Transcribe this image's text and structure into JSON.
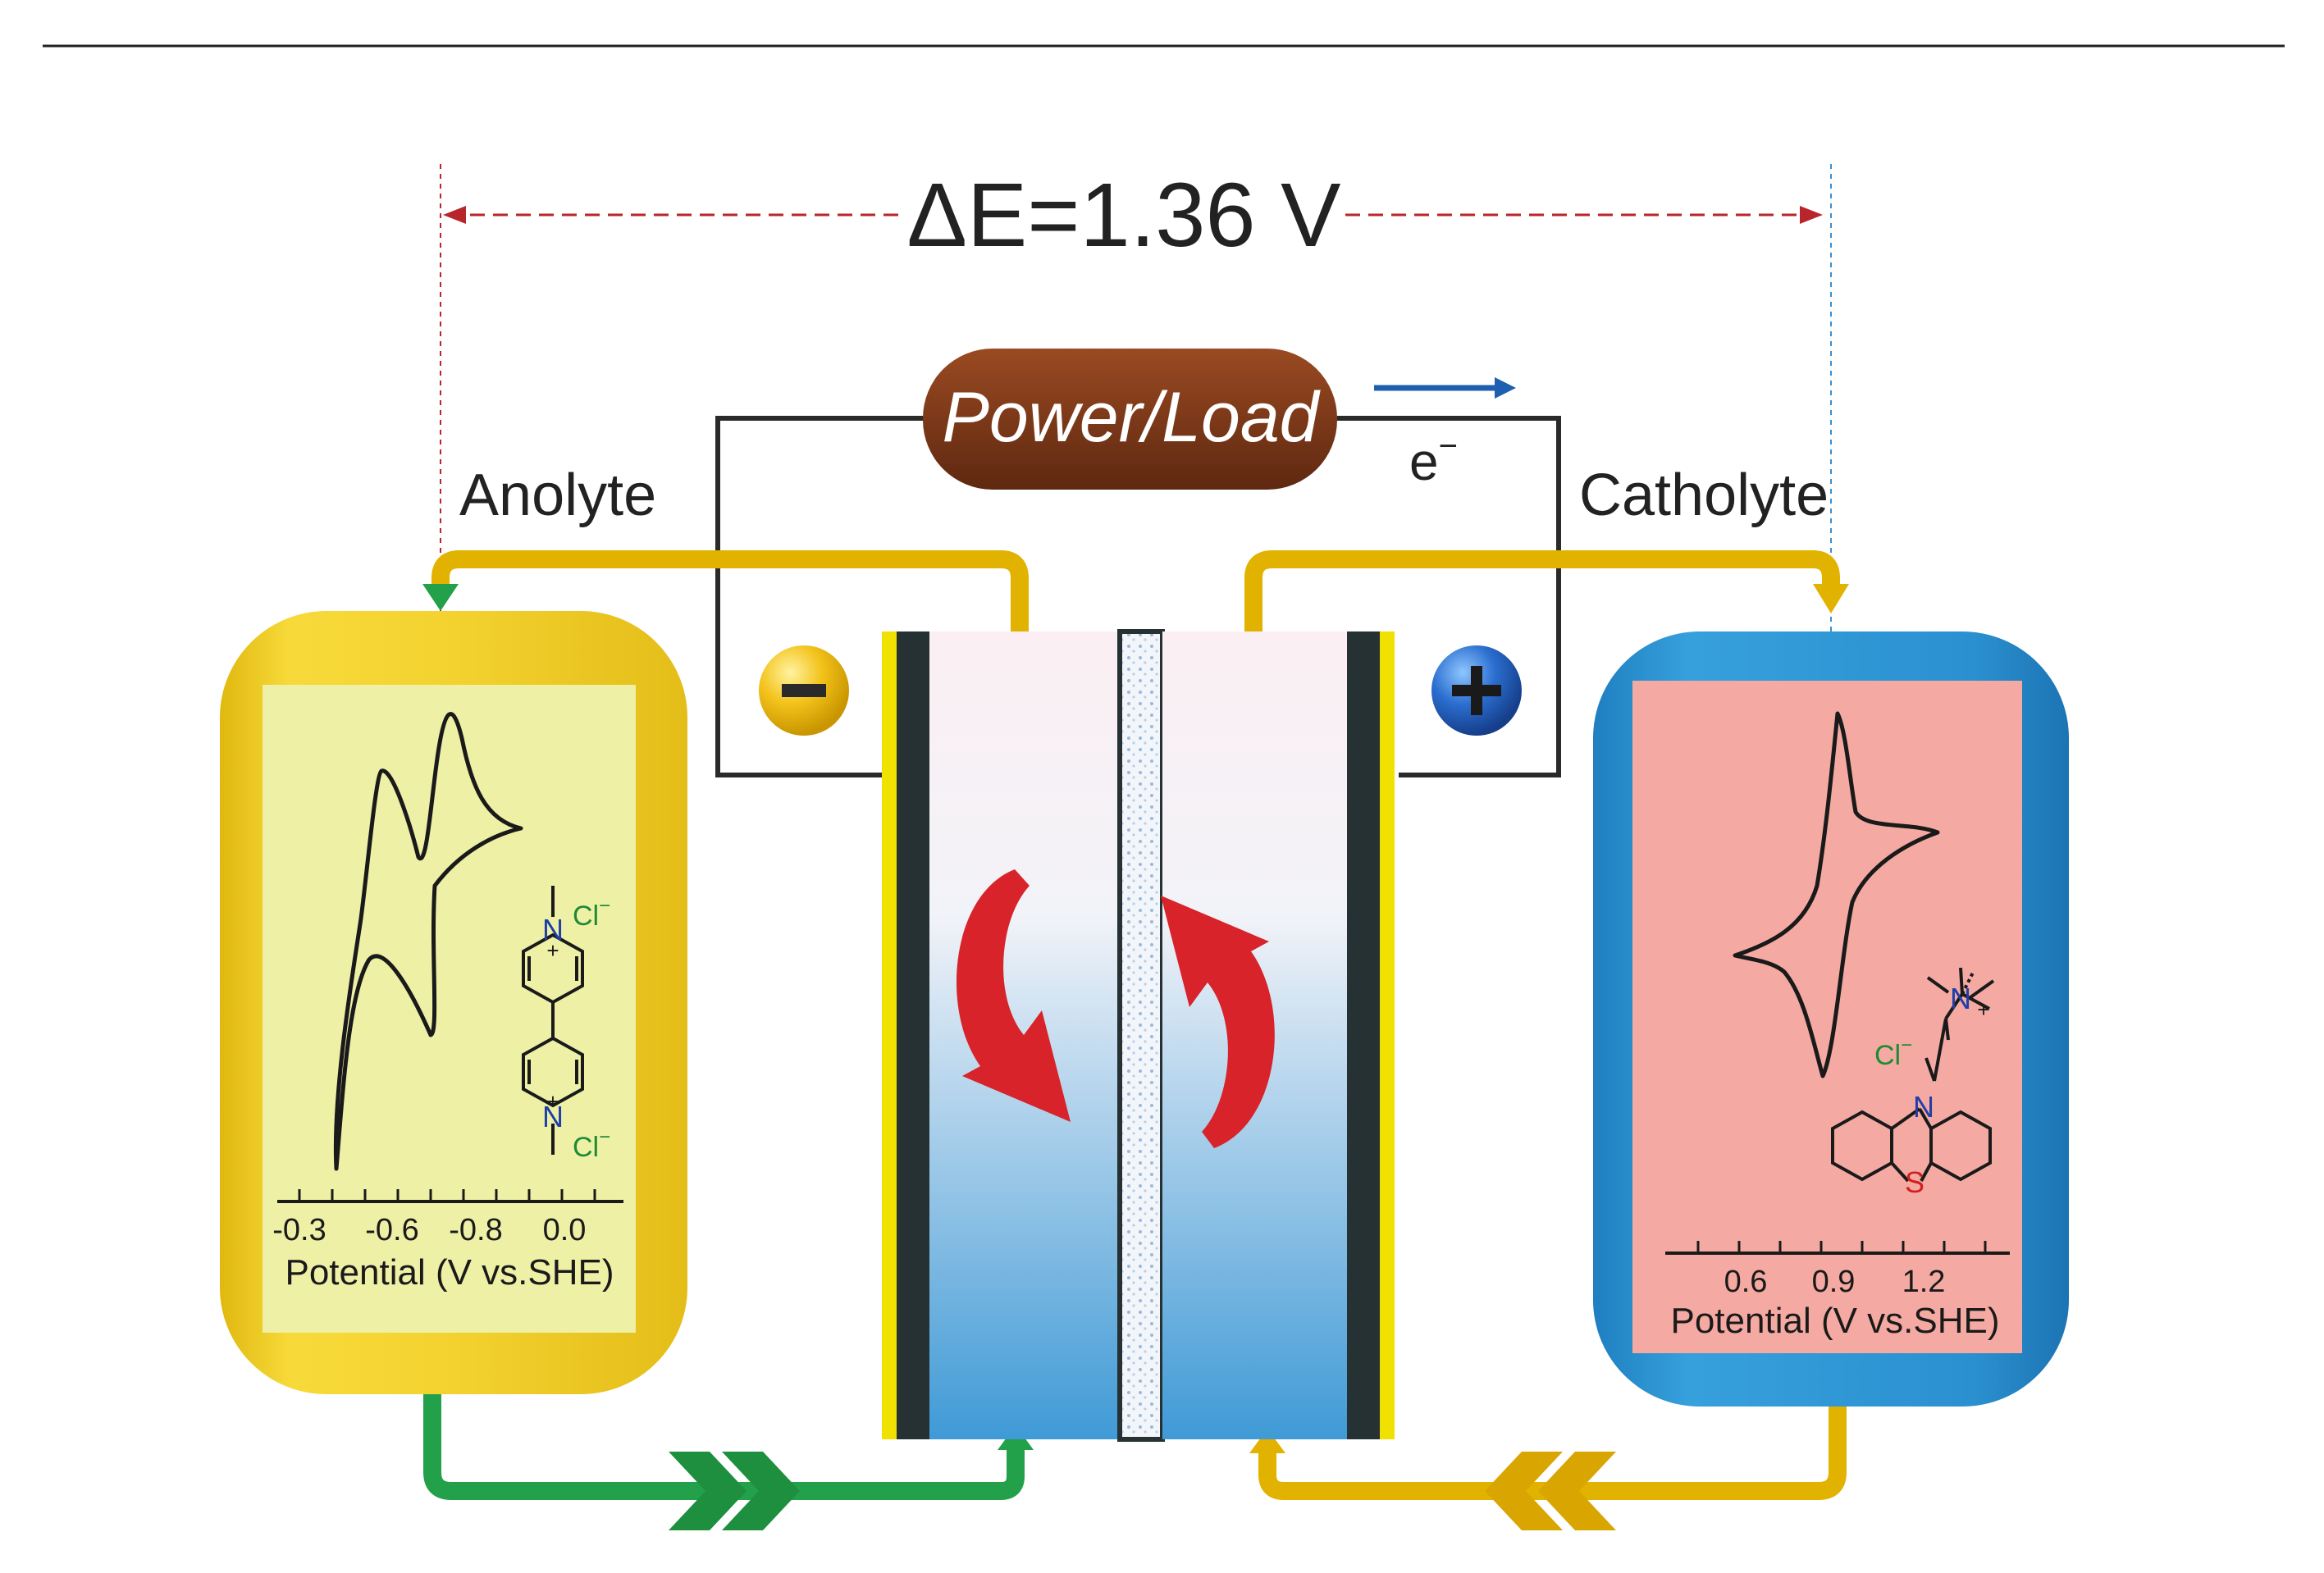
{
  "header": {
    "delta_e": "ΔE=1.36 V"
  },
  "power_box": {
    "label": "Power/Load"
  },
  "electron_label": "e",
  "electron_charge": "−",
  "anolyte": {
    "label": "Anolyte",
    "axis_title": "Potential (V vs.SHE)",
    "ticks": [
      "-0.3",
      "-0.6",
      "-0.8",
      "0.0"
    ],
    "counter_ion": "Cl",
    "ion_charge": "−",
    "nitrogen": "N",
    "plus": "+",
    "tank_color": "#f2cf2a",
    "panel_color": "#eef0a6"
  },
  "catholyte": {
    "label": "Catholyte",
    "axis_title": "Potential (V vs.SHE)",
    "ticks": [
      "0.6",
      "0.9",
      "1.2"
    ],
    "counter_ion": "Cl",
    "ion_charge": "−",
    "nitrogen": "N",
    "sulfur": "S",
    "plus": "+",
    "tank_color": "#2b8fd0",
    "panel_color": "#f4aaa2"
  },
  "electrodes": {
    "negative": "-",
    "positive": "+"
  },
  "colors": {
    "brown": "#7a3416",
    "guide_red": "#b8252a",
    "guide_blue": "#3a8fd0",
    "arrow_red": "#d8232a",
    "pipe_gold": "#e2b200",
    "pipe_green": "#23a04a"
  }
}
